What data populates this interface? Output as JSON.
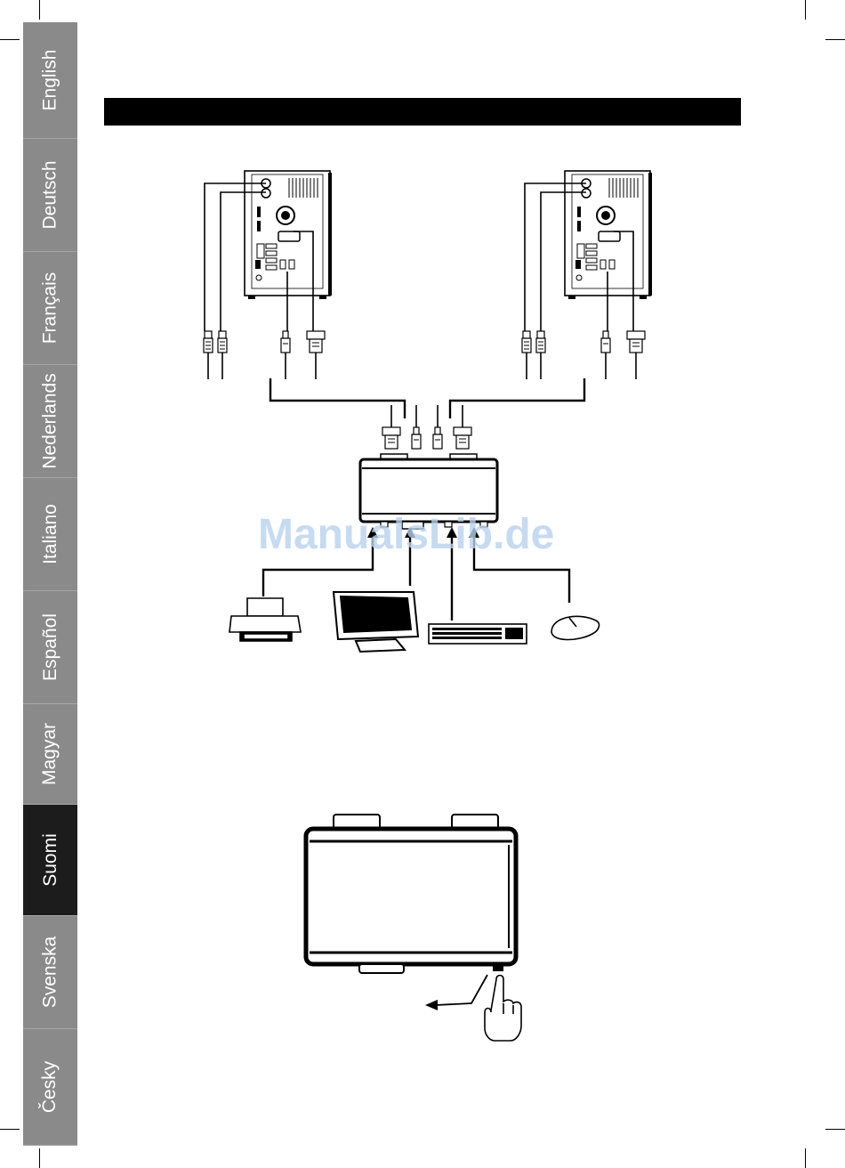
{
  "sidebar": {
    "tabs": [
      {
        "label": "English",
        "active": false
      },
      {
        "label": "Deutsch",
        "active": false
      },
      {
        "label": "Français",
        "active": false
      },
      {
        "label": "Nederlands",
        "active": false
      },
      {
        "label": "Italiano",
        "active": false
      },
      {
        "label": "Español",
        "active": false
      },
      {
        "label": "Magyar",
        "active": false
      },
      {
        "label": "Suomi",
        "active": true
      },
      {
        "label": "Svenska",
        "active": false
      },
      {
        "label": "Česky",
        "active": false
      }
    ]
  },
  "watermark": "ManualsLib.de",
  "colors": {
    "tab_inactive": "#8a8a8a",
    "tab_active": "#1c1c1c",
    "header_bar": "#000000",
    "watermark": "#b9d3ef"
  },
  "icons": [
    "computer-tower-icon",
    "ps2-plug-icon",
    "usb-plug-icon",
    "vga-plug-icon",
    "kvm-switch-icon",
    "printer-icon",
    "monitor-icon",
    "keyboard-icon",
    "mouse-icon",
    "hand-pointer-icon",
    "arrow-left-icon"
  ]
}
